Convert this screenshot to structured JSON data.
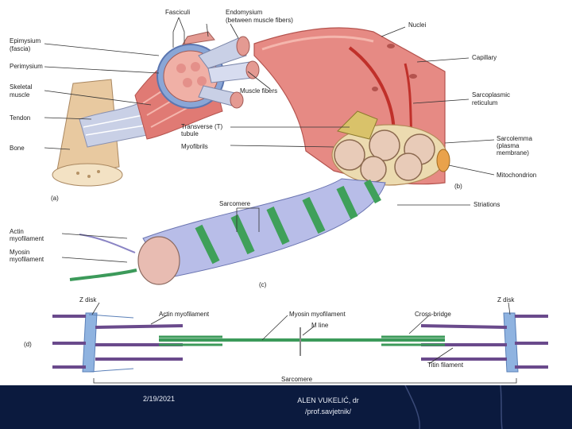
{
  "footer": {
    "date": "2/19/2021",
    "author_line1": "ALEN VUKELIĆ, dr",
    "author_line2": "/prof.savjetnik/"
  },
  "labels": {
    "fasciculi": "Fasciculi",
    "endomysium": "Endomysium",
    "endomysium_sub": "(between muscle fibers)",
    "nuclei": "Nuclei",
    "epimysium": "Epimysium",
    "epimysium_sub": "(fascia)",
    "perimysium": "Perimysium",
    "skeletal": "Skeletal",
    "muscle": "muscle",
    "muscle_fibers": "Muscle fibers",
    "capillary": "Capillary",
    "sarcoplasmic": "Sarcoplasmic",
    "reticulum": "reticulum",
    "tendon": "Tendon",
    "transverse": "Transverse (T)",
    "tubule": "tubule",
    "myofibrils": "Myofibrils",
    "sarcolemma": "Sarcolemma",
    "plasma": "(plasma",
    "membrane": "membrane)",
    "bone": "Bone",
    "mitochondrion": "Mitochondrion",
    "panel_a": "(a)",
    "panel_b": "(b)",
    "sarcomere_top": "Sarcomere",
    "striations": "Striations",
    "actin1": "Actin",
    "actin2": "myofilament",
    "myosin1": "Myosin",
    "myosin2": "myofilament",
    "panel_c": "(c)",
    "z_disk_left": "Z disk",
    "actin_myofilament": "Actin myofilament",
    "myosin_myofilament": "Myosin myofilament",
    "cross_bridge": "Cross-bridge",
    "z_disk_right": "Z disk",
    "m_line": "M line",
    "panel_d": "(d)",
    "titin": "Titin filament",
    "sarcomere_bottom": "Sarcomere"
  },
  "colors": {
    "muscle": "#e07a74",
    "muscle_light": "#f0b0a6",
    "bone": "#e8c9a0",
    "perimysium": "#8aa6d6",
    "stripe_green": "#3fa05a",
    "stripe_blue": "#b8bde8",
    "actin": "#6a4a8c",
    "myosin": "#3c9a5a",
    "zdisk": "#8fb3e0",
    "footer": "#0b1a3e"
  }
}
